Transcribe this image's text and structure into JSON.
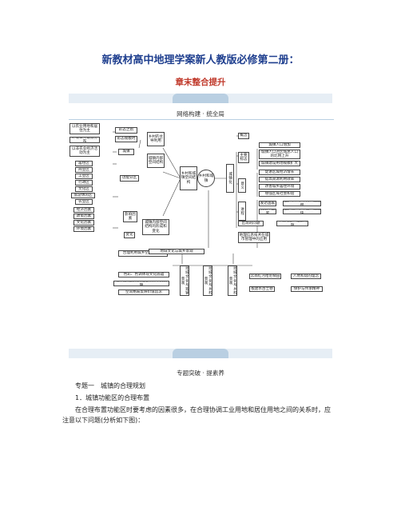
{
  "header": {
    "title": "新教材高中地理学案新人教版必修第二册：",
    "subtitle": "章末整合提升"
  },
  "section1": {
    "label": "网络构建 · 统全局"
  },
  "diagram": {
    "center": "乡村和城镇",
    "left_hub": "乡村和城镇空间结构",
    "right_hub": "城镇化",
    "bottom_hub": "地域文化与城乡景观",
    "left_group1_hub": "乡村的主导利用",
    "left_group1": [
      "以农业用地和居住为主",
      "环境公共设施分布"
    ],
    "left_group1_mid": [
      "形态之别",
      "形态规模时"
    ],
    "left_group2_hub": "城镇内部空间结构",
    "left_group2_top": "以非农业经济活动为主",
    "left_group2_mid": "城镇",
    "zones_hub": "功能分区",
    "zones": [
      "居住区",
      "商业区",
      "工业区",
      "行政区",
      "文化区",
      "旅游休闲区",
      "农业区"
    ],
    "factors": [
      "经济因素",
      "政策因素",
      "文化因素",
      "环境因素"
    ],
    "factors_hub": "影响因素",
    "change": "变化",
    "change_hub": "城镇内部空间结构的形成和变化",
    "planning": "合理利用城乡空间的意义",
    "right_items": {
      "concept": "概念",
      "indicators": "主要标志",
      "ind_list": [
        "城镇人口增加",
        "城镇人口占区域总人口的比例上升",
        "城镇建设用地规模扩大"
      ],
      "meaning": "意义",
      "mean_list": [
        "促进区域经济增长",
        "提高资源利用效率",
        "改善城乡居住环境",
        "增强区域社会和谐"
      ],
      "process": "进程",
      "developed": "发达国家",
      "developed_note": "起步早、水平高、速度慢",
      "developing": "发展中国家",
      "developing_note": "起步晚、水平低、速度快",
      "problems": "出现的问题",
      "problems_note": "环境问题、社会问题",
      "tech": "地理信息技术在城市管理中的应用"
    },
    "bottom_items": {
      "left_list": [
        "色彩、色调体现文化底蕴",
        "城市建筑反映文化意识和审美情趣",
        "空间格局反映价值追求"
      ],
      "landscape": "地域文化与城镇景观",
      "countryside": "地域文化与乡村景观",
      "region": "地域文化与乡村景观",
      "c1": "云南红河哈尼梯田",
      "c1n": "人地和谐的理念",
      "c2": "板建水古士巷",
      "c2n": "保护与传承精神"
    }
  },
  "section2": {
    "label": "专题突破 · 提素养"
  },
  "topic": {
    "heading": "专题一　城镇的合理规划",
    "sub": "1．城镇功能区的合理布置",
    "para": "在合理布置功能区时要考虑的因素很多，在合理协调工业用地和居住用地之间的关系时，应注意以下问题(分析如下图)："
  }
}
